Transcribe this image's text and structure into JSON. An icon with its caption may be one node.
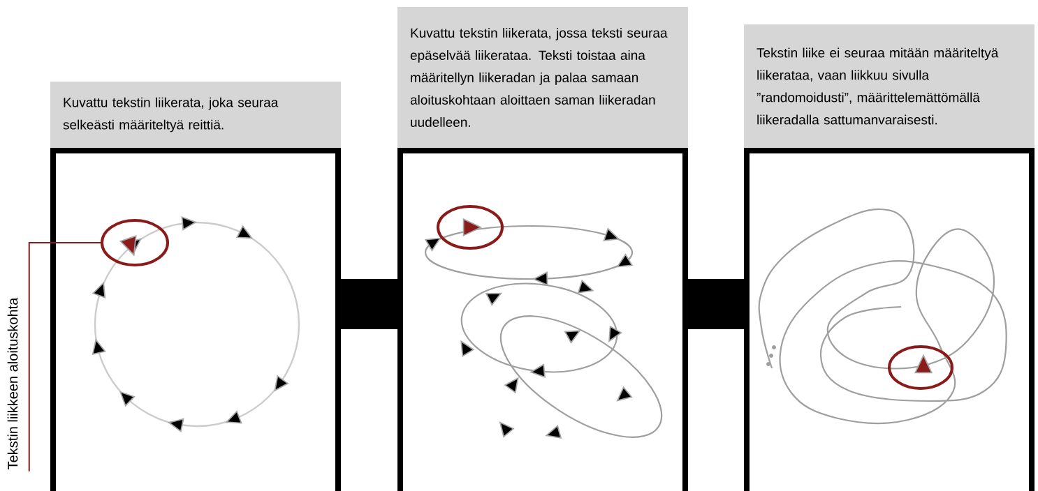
{
  "diagram": {
    "nodes": [
      {
        "text": [
          "Tekstin liikkeen aloituskohta"
        ]
      },
      {
        "text": [
          "Kuvattu tekstin liikerata, joka seuraa selkeästi määriteltyä reittiä."
        ]
      },
      {
        "text": [],
        "shape": "box"
      },
      {
        "text": [],
        "shape": "circle",
        "in": 2
      },
      {
        "text": [
          "Kuvattu tekstin liikerata, jossa teksti seuraa epäselvää liikerataa. Teksti toistaa aina määritellyn liikeradan ja palaa samaan aloituskohtaan aloittaen saman liikeradan uudelleen."
        ]
      },
      {
        "text": [],
        "shape": "box"
      },
      {
        "text": [
          "Tekstin liike ei seuraa mitään määriteltyä liikerataa, vaan liikkuu sivulla ”randomoidusti”, määrittelemättömällä liikeradalla sattumanvaraisesti."
        ]
      },
      {
        "text": [],
        "shape": "box"
      },
      {
        "text": [],
        "shape": "bar"
      },
      {
        "text": [],
        "shape": "bar"
      }
    ],
    "edges": [
      {
        "from": 0,
        "to": 3,
        "arrow": "none",
        "color": "#8b1a1a"
      }
    ]
  }
}
